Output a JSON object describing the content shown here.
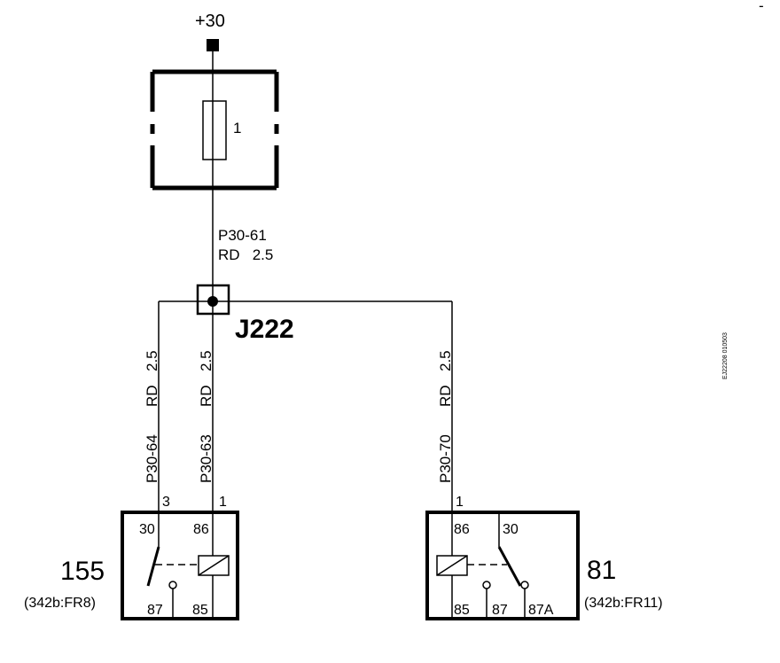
{
  "supply": {
    "label": "+30"
  },
  "fuse": {
    "number": "1"
  },
  "top_wire": {
    "id": "P30-61",
    "color_size": "RD   2.5"
  },
  "junction": {
    "label": "J222"
  },
  "branch_wires": [
    {
      "id": "P30-64",
      "color": "RD",
      "size": "2.5"
    },
    {
      "id": "P30-63",
      "color": "RD",
      "size": "2.5"
    },
    {
      "id": "P30-70",
      "color": "RD",
      "size": "2.5"
    }
  ],
  "relay_155": {
    "number": "155",
    "reference": "(342b:FR8)",
    "wire_pins": [
      "3",
      "1"
    ],
    "pins": {
      "p30": "30",
      "p86": "86",
      "p87": "87",
      "p85": "85"
    }
  },
  "relay_81": {
    "number": "81",
    "reference": "(342b:FR11)",
    "wire_pin": "1",
    "pins": {
      "p86": "86",
      "p30": "30",
      "p85": "85",
      "p87": "87",
      "p87a": "87A"
    }
  },
  "drawing_code": "EJ22208 010503",
  "corner_mark": "-"
}
